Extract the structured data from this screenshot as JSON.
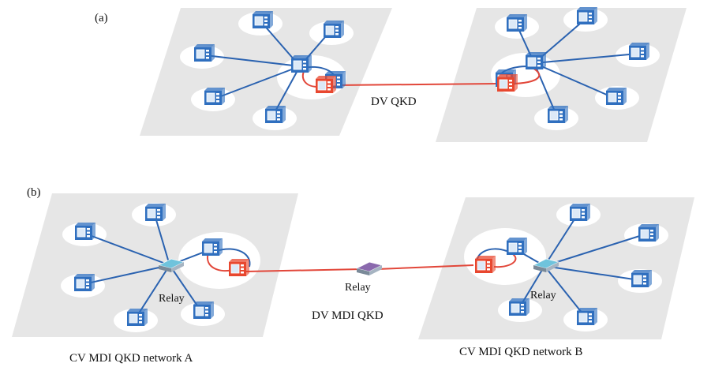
{
  "labels": {
    "panel_a": "(a)",
    "panel_b": "(b)",
    "link_a": "DV QKD",
    "link_b": "DV MDI QKD",
    "relay_center": "Relay",
    "relay_left": "Relay",
    "relay_right": "Relay",
    "network_a": "CV MDI QKD network A",
    "network_b": "CV MDI QKD network B"
  },
  "colors": {
    "platform": "#e6e6e6",
    "halo": "#ffffff",
    "node_blue": "#2f6fbf",
    "node_red": "#e8472f",
    "link_blue": "#2a62b0",
    "link_red": "#e2473a",
    "relay_cyan": "#6fc3dc",
    "relay_purple": "#8a69ad"
  },
  "icons": {
    "terminal": "blue-terminal-icon",
    "hub": "blue-hub-icon",
    "qkd_device": "red-qkd-device-icon",
    "relay": "relay-switch-icon"
  }
}
